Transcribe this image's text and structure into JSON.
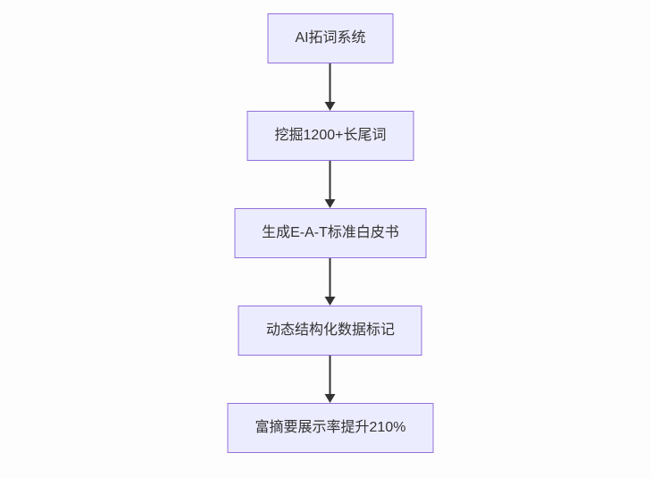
{
  "diagram": {
    "type": "flowchart",
    "direction": "top-down",
    "nodes": [
      {
        "id": "n1",
        "label": "AI拓词系统"
      },
      {
        "id": "n2",
        "label": "挖掘1200+长尾词"
      },
      {
        "id": "n3",
        "label": "生成E-A-T标准白皮书"
      },
      {
        "id": "n4",
        "label": "动态结构化数据标记"
      },
      {
        "id": "n5",
        "label": "富摘要展示率提升210%"
      }
    ],
    "edges": [
      {
        "from": "n1",
        "to": "n2"
      },
      {
        "from": "n2",
        "to": "n3"
      },
      {
        "from": "n3",
        "to": "n4"
      },
      {
        "from": "n4",
        "to": "n5"
      }
    ],
    "colors": {
      "node_fill": "#ECECFF",
      "node_border": "#9370DB",
      "text": "#333333",
      "arrow": "#333333",
      "background": "#fdfdfd"
    }
  }
}
